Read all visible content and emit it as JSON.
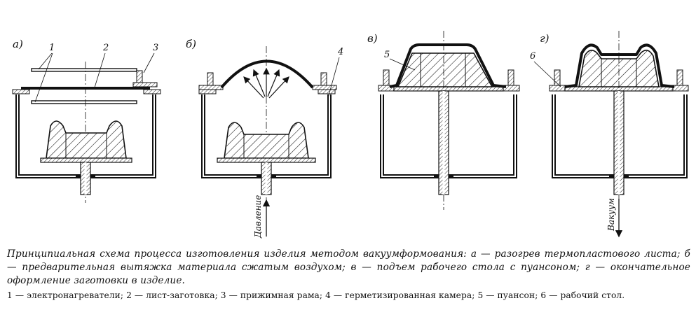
{
  "panels": [
    {
      "label": "а)"
    },
    {
      "label": "б)"
    },
    {
      "label": "в)"
    },
    {
      "label": "г)"
    }
  ],
  "callouts": {
    "n1": "1",
    "n2": "2",
    "n3": "3",
    "n4": "4",
    "n5": "5",
    "n6": "6"
  },
  "arrows": {
    "pressure": "Давление",
    "vacuum": "Вакуум"
  },
  "caption": {
    "main": "Принципиальная схема процесса изготовления изделия методом вакуумформования: а — разогрев термопластового листа; б — предварительная вытяжка материала сжатым воздухом; в — подъем рабочего стола с пуансоном; г — окончательное оформление заготовки в изделие.",
    "legend": "1 — электронагреватели; 2 — лист-заготовка; 3 — прижимная рама; 4 — герметизированная камера; 5 — пуансон; 6 — рабочий стол."
  }
}
